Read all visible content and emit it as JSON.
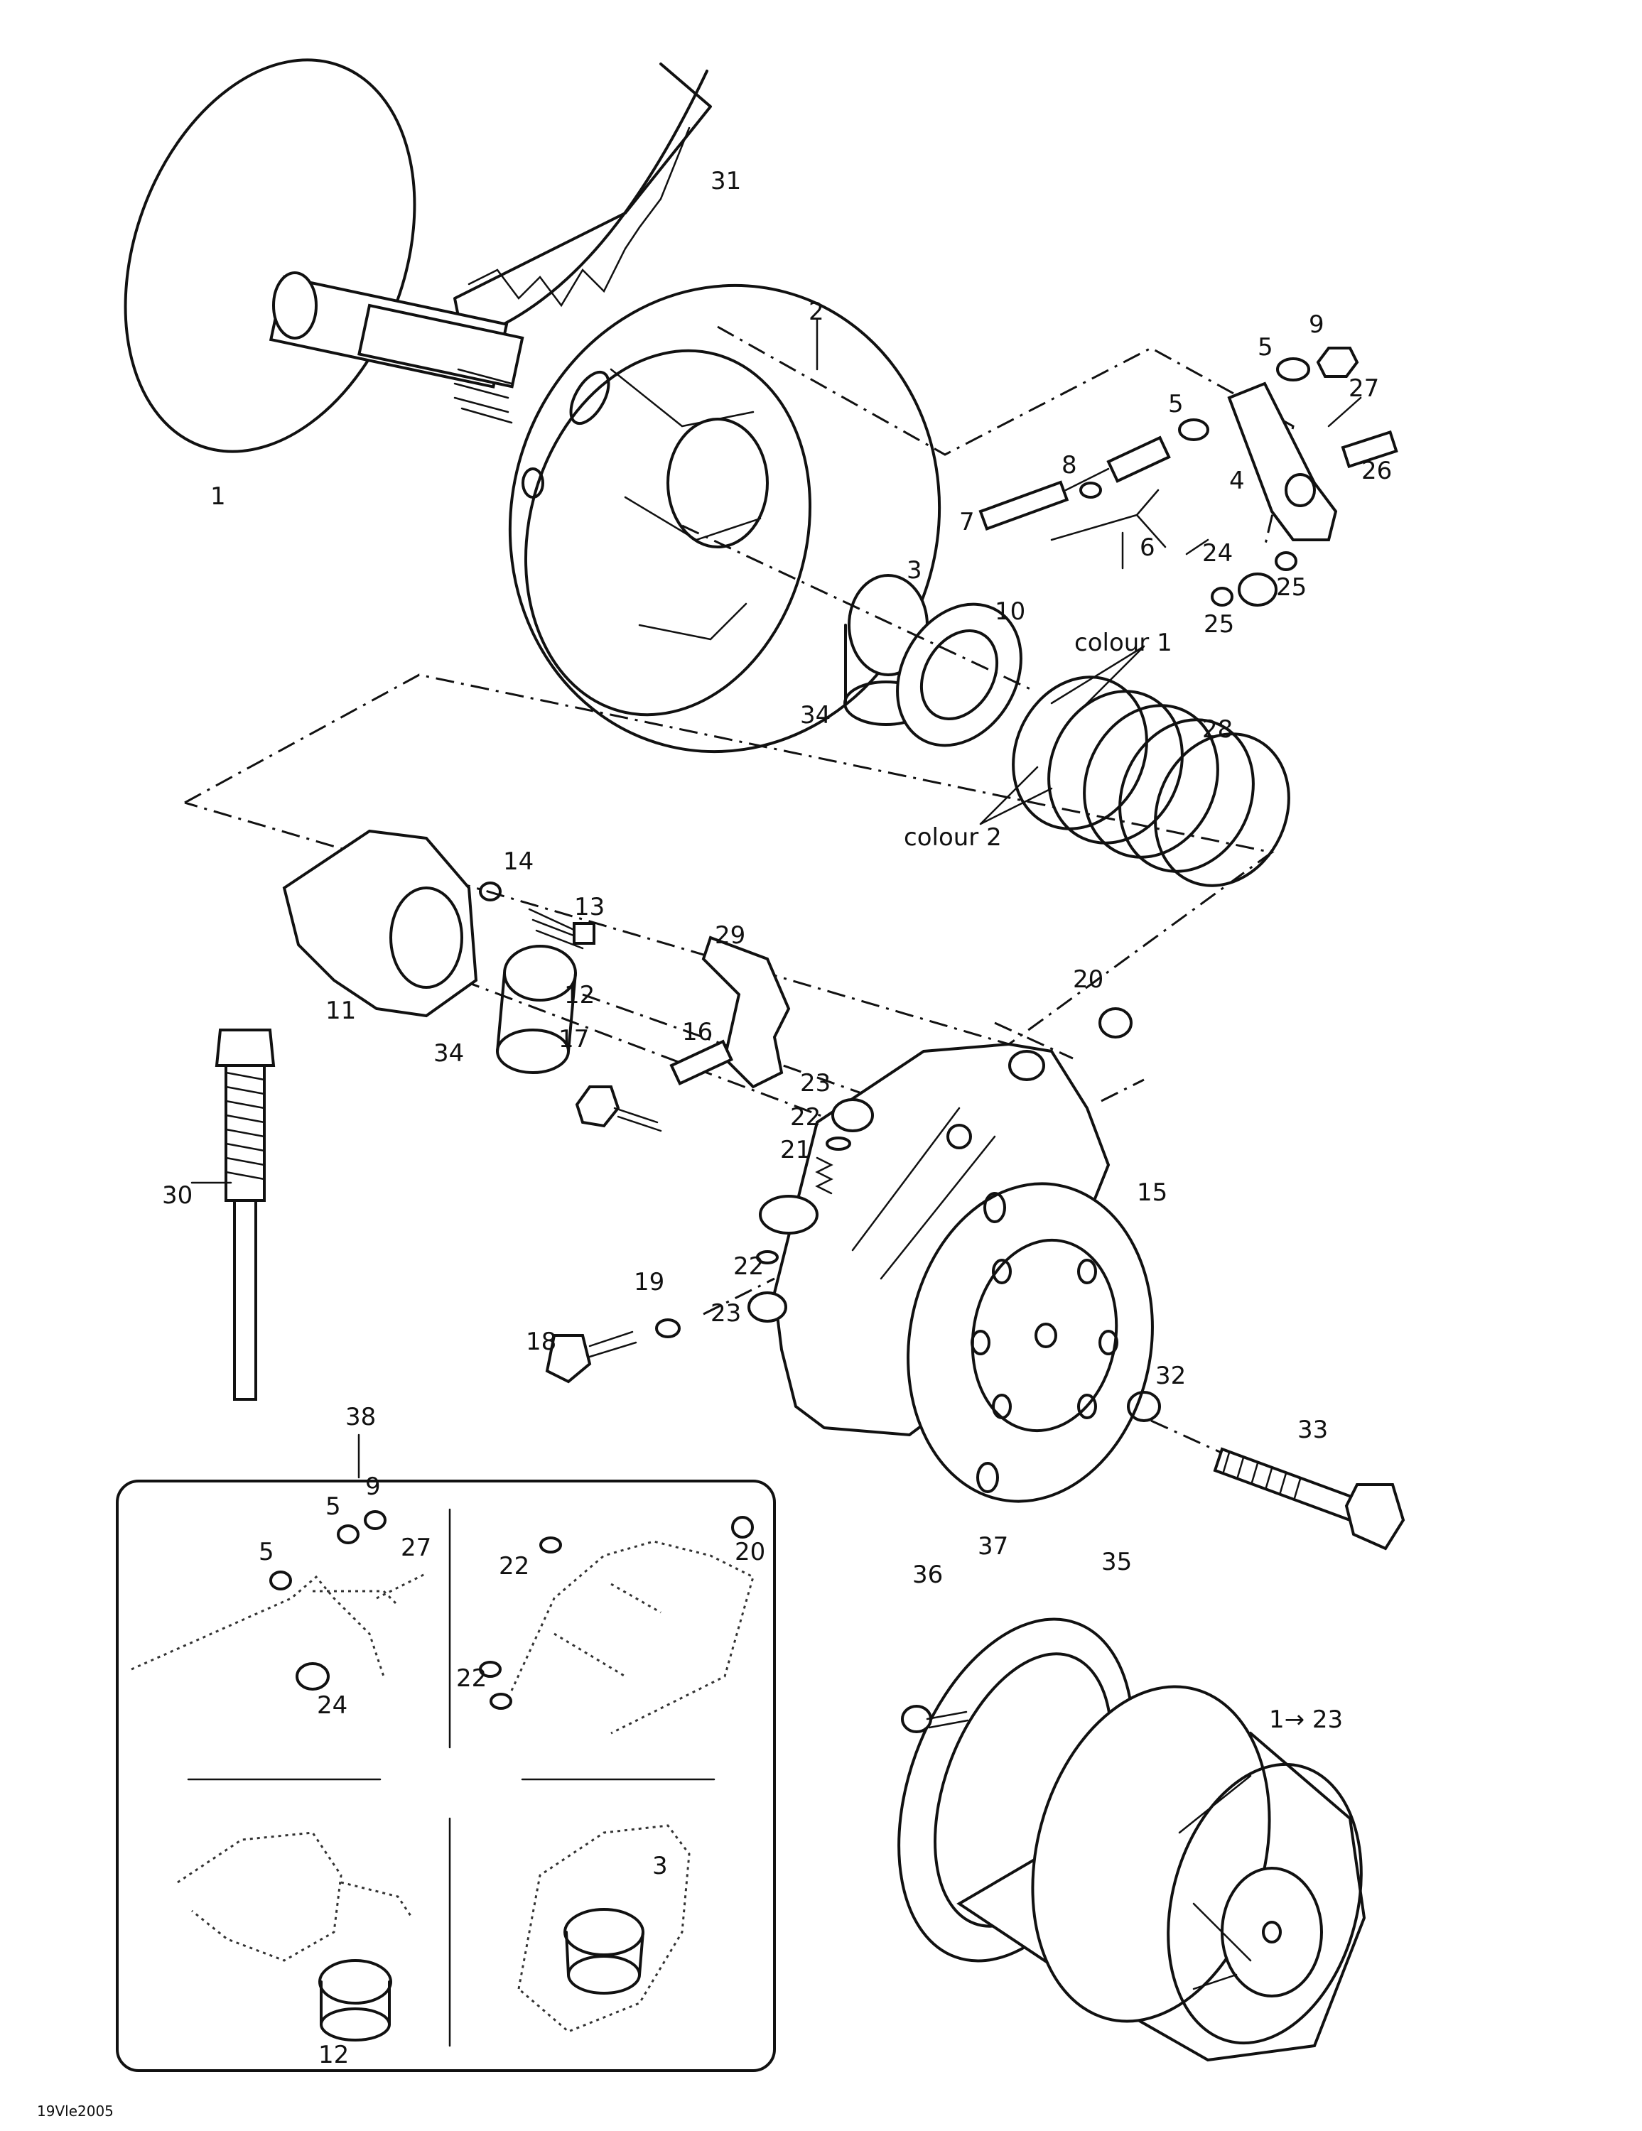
{
  "labels": {
    "p1": "1",
    "p2": "2",
    "p3": "3",
    "p4": "4",
    "p5a": "5",
    "p5b": "5",
    "p6": "6",
    "p7": "7",
    "p8": "8",
    "p9": "9",
    "p10": "10",
    "p11": "11",
    "p12": "12",
    "p13": "13",
    "p14": "14",
    "p15": "15",
    "p16": "16",
    "p17": "17",
    "p18": "18",
    "p19": "19",
    "p20": "20",
    "p21": "21",
    "p22a": "22",
    "p22b": "22",
    "p23a": "23",
    "p23b": "23",
    "p24": "24",
    "p25a": "25",
    "p25b": "25",
    "p26": "26",
    "p27": "27",
    "p28": "28",
    "p29": "29",
    "p30": "30",
    "p31": "31",
    "p32": "32",
    "p33": "33",
    "p34a": "34",
    "p34b": "34",
    "p35": "35",
    "p36": "36",
    "p37": "37",
    "p38": "38",
    "range": "1→ 23",
    "colour1": "colour 1",
    "colour2": "colour 2"
  },
  "inset": {
    "i5a": "5",
    "i5b": "5",
    "i9": "9",
    "i27": "27",
    "i24": "24",
    "i22a": "22",
    "i22b": "22",
    "i20": "20",
    "i12": "12",
    "i3": "3"
  },
  "footer": {
    "code": "19Vle2005"
  }
}
